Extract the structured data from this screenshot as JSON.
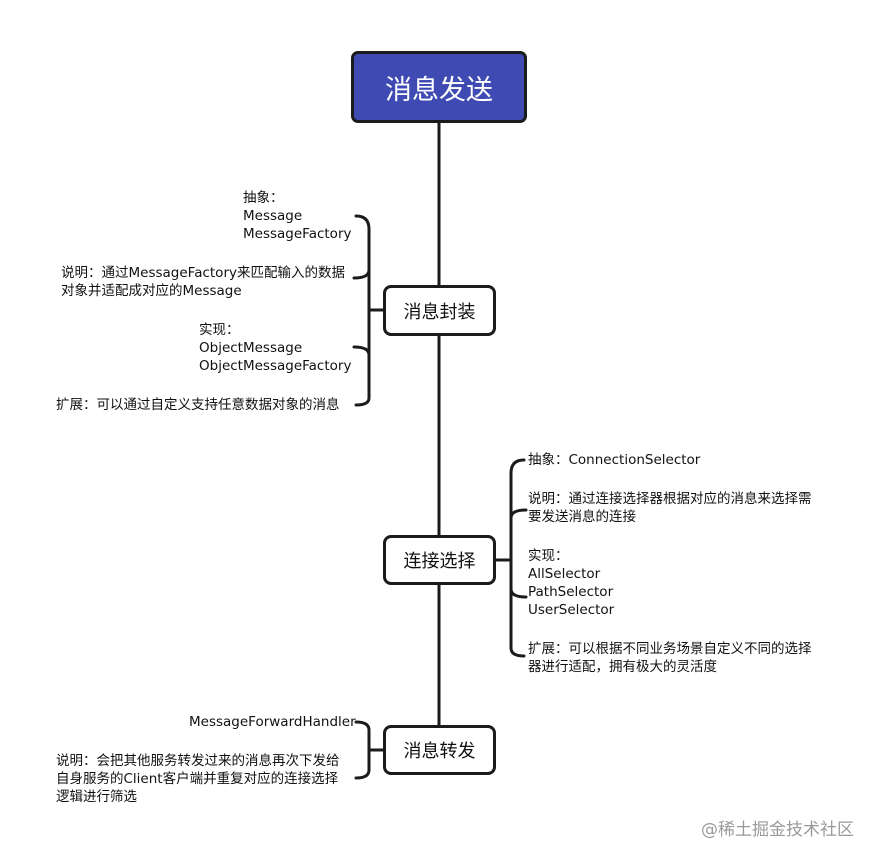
{
  "root": {
    "title": "消息发送"
  },
  "nodes": {
    "encapsulate": {
      "title": "消息封装",
      "abstract_label": "抽象：",
      "abstract_items": [
        "Message",
        "MessageFactory"
      ],
      "desc_lines": [
        "说明：通过MessageFactory来匹配输入的数据",
        "对象并适配成对应的Message"
      ],
      "impl_label": "实现：",
      "impl_items": [
        "ObjectMessage",
        "ObjectMessageFactory"
      ],
      "extend": "扩展：可以通过自定义支持任意数据对象的消息"
    },
    "select": {
      "title": "连接选择",
      "abstract": "抽象：ConnectionSelector",
      "desc_lines": [
        "说明：通过连接选择器根据对应的消息来选择需",
        "要发送消息的连接"
      ],
      "impl_label": "实现：",
      "impl_items": [
        "AllSelector",
        "PathSelector",
        "UserSelector"
      ],
      "extend_lines": [
        "扩展：可以根据不同业务场景自定义不同的选择",
        "器进行适配，拥有极大的灵活度"
      ]
    },
    "forward": {
      "title": "消息转发",
      "handler": "MessageForwardHandler",
      "desc_lines": [
        "说明：会把其他服务转发过来的消息再次下发给",
        "自身服务的Client客户端并重复对应的连接选择",
        "逻辑进行筛选"
      ]
    }
  },
  "watermark": "@稀土掘金技术社区"
}
